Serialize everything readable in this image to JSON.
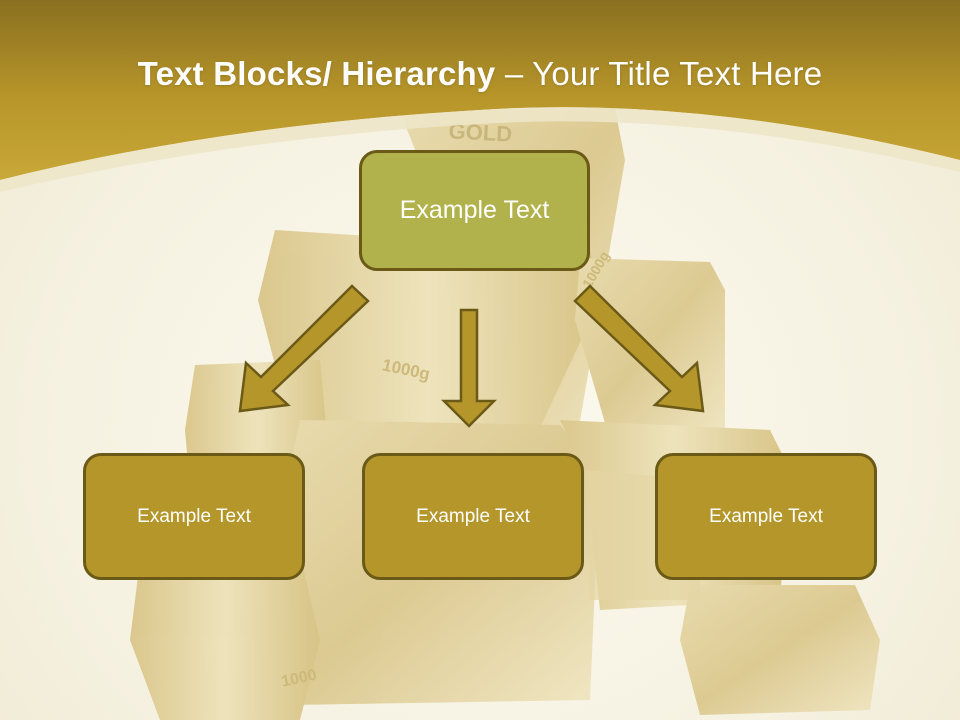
{
  "title": {
    "bold_part": "Text Blocks/ Hierarchy",
    "regular_part": " – Your Title Text Here"
  },
  "background": {
    "gold_bar_labels": [
      "GOLD",
      "1000g",
      "1000g",
      "1000"
    ]
  },
  "hierarchy": {
    "root": {
      "label": "Example Text"
    },
    "children": [
      {
        "label": "Example Text"
      },
      {
        "label": "Example Text"
      },
      {
        "label": "Example Text"
      }
    ]
  },
  "colors": {
    "header_gold": "#b8962a",
    "root_fill": "#b2b24c",
    "child_fill": "#b5962b",
    "border": "#6b5a17",
    "arrow_fill": "#b5962b"
  }
}
